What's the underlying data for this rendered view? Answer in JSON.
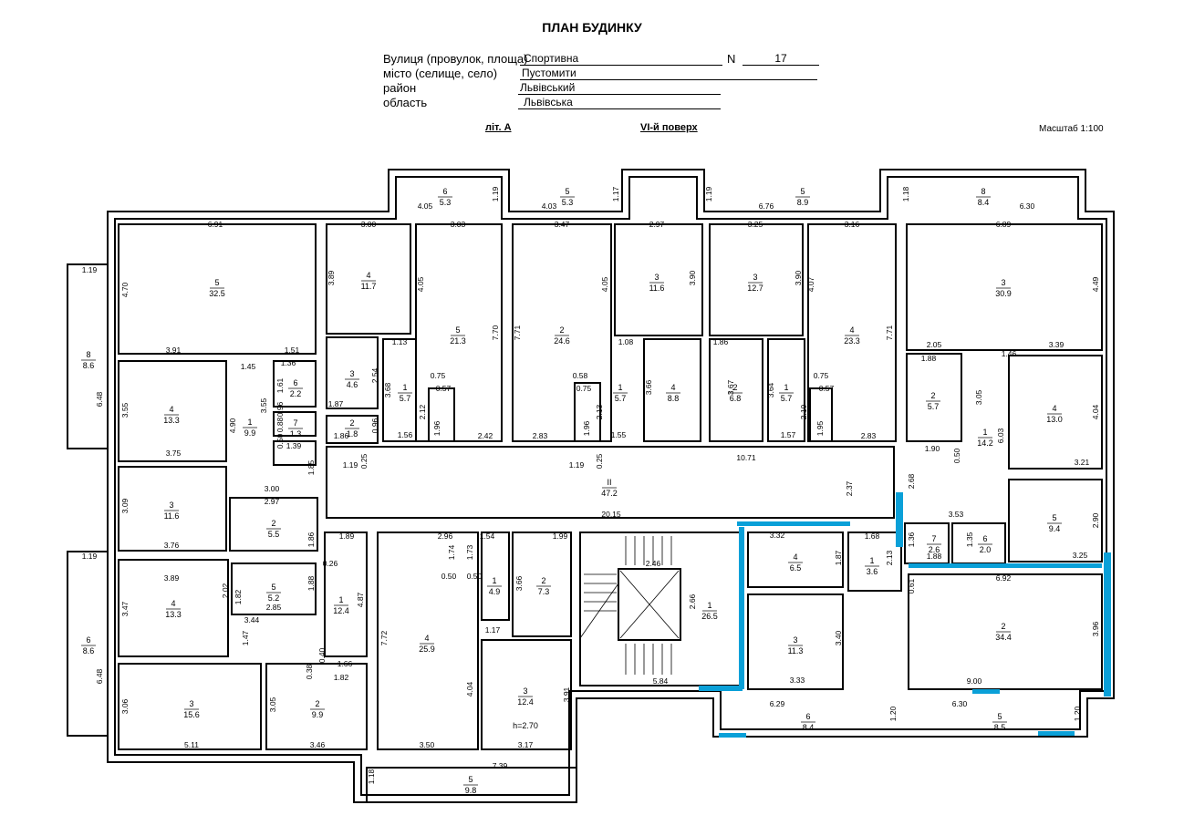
{
  "header": {
    "title": "ПЛАН БУДИНКУ",
    "street_label": "Вулиця (провулок, площа)",
    "street_value": "Спортивна",
    "number_label": "N",
    "number_value": "17",
    "city_label": "місто (селище, село)",
    "city_value": "Пустомити",
    "district_label": "район",
    "district_value": "Львівський",
    "region_label": "область",
    "region_value": "Львівська",
    "letter": "літ. А",
    "floor": "VI-й поверх",
    "scale": "Масштаб 1:100"
  },
  "rooms": [
    {
      "n": "5",
      "a": "32.5"
    },
    {
      "n": "4",
      "a": "11.7"
    },
    {
      "n": "5",
      "a": "21.3"
    },
    {
      "n": "2",
      "a": "24.6"
    },
    {
      "n": "3",
      "a": "11.6"
    },
    {
      "n": "3",
      "a": "12.7"
    },
    {
      "n": "4",
      "a": "23.3"
    },
    {
      "n": "3",
      "a": "30.9"
    },
    {
      "n": "4",
      "a": "13.3"
    },
    {
      "n": "3",
      "a": "4.6"
    },
    {
      "n": "6",
      "a": "2.2"
    },
    {
      "n": "1",
      "a": "5.7"
    },
    {
      "n": "7",
      "a": "1.3"
    },
    {
      "n": "1",
      "a": "9.9"
    },
    {
      "n": "2",
      "a": "1.8"
    },
    {
      "n": "1",
      "a": "5.7"
    },
    {
      "n": "4",
      "a": "8.8"
    },
    {
      "n": "2",
      "a": "6.8"
    },
    {
      "n": "1",
      "a": "5.7"
    },
    {
      "n": "2",
      "a": "5.7"
    },
    {
      "n": "1",
      "a": "14.2"
    },
    {
      "n": "4",
      "a": "13.0"
    },
    {
      "n": "3",
      "a": "11.6"
    },
    {
      "n": "2",
      "a": "5.5"
    },
    {
      "n": "II",
      "a": "47.2"
    },
    {
      "n": "5",
      "a": "9.4"
    },
    {
      "n": "4",
      "a": "13.3"
    },
    {
      "n": "5",
      "a": "5.2"
    },
    {
      "n": "1",
      "a": "12.4"
    },
    {
      "n": "4",
      "a": "25.9"
    },
    {
      "n": "1",
      "a": "4.9"
    },
    {
      "n": "2",
      "a": "7.3"
    },
    {
      "n": "1",
      "a": "26.5"
    },
    {
      "n": "4",
      "a": "6.5"
    },
    {
      "n": "1",
      "a": "3.6"
    },
    {
      "n": "7",
      "a": "2.6"
    },
    {
      "n": "6",
      "a": "2.0"
    },
    {
      "n": "2",
      "a": "34.4"
    },
    {
      "n": "3",
      "a": "11.3"
    },
    {
      "n": "3",
      "a": "15.6"
    },
    {
      "n": "2",
      "a": "9.9"
    },
    {
      "n": "3",
      "a": "12.4"
    },
    {
      "n": "6",
      "a": "5.3"
    },
    {
      "n": "5",
      "a": "5.3"
    },
    {
      "n": "5",
      "a": "8.9"
    },
    {
      "n": "8",
      "a": "8.4"
    },
    {
      "n": "8",
      "a": "8.6"
    },
    {
      "n": "6",
      "a": "8.6"
    },
    {
      "n": "5",
      "a": "9.8"
    },
    {
      "n": "6",
      "a": "8.4"
    },
    {
      "n": "5",
      "a": "8.5"
    }
  ],
  "room_height_note": "h=2.70",
  "dims": [
    "6.91",
    "3.00",
    "3.03",
    "4.05",
    "1.19",
    "4.03",
    "3.47",
    "1.17",
    "2.97",
    "6.76",
    "3.25",
    "3.16",
    "6.30",
    "6.89",
    "1.18",
    "1.19",
    "4.70",
    "3.91",
    "1.51",
    "3.89",
    "4.05",
    "7.70",
    "7.71",
    "4.05",
    "3.90",
    "3.90",
    "4.07",
    "7.71",
    "4.49",
    "2.05",
    "3.39",
    "1.45",
    "1.36",
    "3.55",
    "3.75",
    "4.90",
    "1.13",
    "3.68",
    "1.08",
    "1.87",
    "1.86",
    "1.39",
    "1.88",
    "1.46",
    "0.75",
    "0.57",
    "0.75",
    "0.58",
    "0.75",
    "0.57",
    "2.12",
    "1.96",
    "2.42",
    "2.83",
    "1.96",
    "2.13",
    "3.66",
    "3.67",
    "3.64",
    "2.10",
    "1.95",
    "2.83",
    "3.05",
    "6.03",
    "4.04",
    "1.56",
    "1.55",
    "1.57",
    "1.19",
    "0.25",
    "1.19",
    "0.25",
    "10.71",
    "1.90",
    "0.50",
    "3.21",
    "2.37",
    "2.68",
    "3.00",
    "2.97",
    "20.15",
    "3.09",
    "3.76",
    "1.89",
    "2.96",
    "1.54",
    "1.99",
    "1.68",
    "3.32",
    "3.53",
    "1.36",
    "1.35",
    "1.88",
    "2.90",
    "3.25",
    "1.74",
    "1.73",
    "0.50",
    "0.50",
    "3.66",
    "2.46",
    "2.66",
    "1.87",
    "2.13",
    "0.61",
    "6.92",
    "3.89",
    "2.02",
    "1.82",
    "1.88",
    "2.85",
    "3.44",
    "0.26",
    "4.87",
    "1.47",
    "0.40",
    "1.66",
    "0.38",
    "1.82",
    "7.72",
    "4.04",
    "1.17",
    "3.40",
    "3.96",
    "5.84",
    "3.33",
    "9.00",
    "3.06",
    "5.11",
    "3.05",
    "3.46",
    "3.50",
    "3.17",
    "3.91",
    "7.39",
    "6.29",
    "6.30",
    "1.20",
    "1.20",
    "1.18",
    "1.86",
    "0.96",
    "1.85",
    "0.88",
    "0.50",
    "2.54",
    "1.61",
    "0.96",
    "1.86",
    "3.47",
    "6.48",
    "6.48",
    "3.55",
    "1.19",
    "1.19"
  ]
}
